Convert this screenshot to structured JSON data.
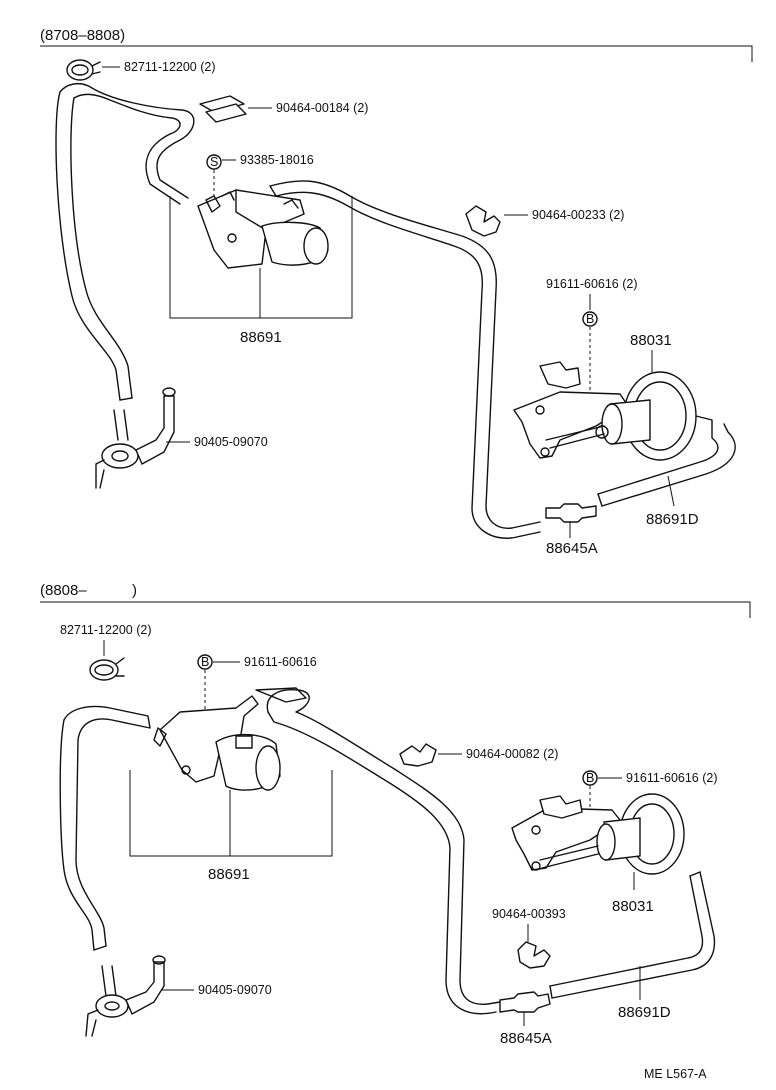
{
  "top": {
    "header": "(8708–8808)",
    "labels": {
      "clamp": "82711-12200 (2)",
      "clip1": "90464-00184 (2)",
      "screw": "93385-18016",
      "clip2": "90464-00233 (2)",
      "bolt": "91611-60616 (2)",
      "vsv": "88691",
      "actuator": "88031",
      "union": "90405-09070",
      "hose_d": "88691D",
      "joint": "88645A"
    }
  },
  "bottom": {
    "header": "(8808–",
    "header_close": ")",
    "labels": {
      "clamp": "82711-12200 (2)",
      "bolt1": "91611-60616",
      "clip1": "90464-00082 (2)",
      "bolt2": "91611-60616 (2)",
      "vsv": "88691",
      "actuator": "88031",
      "clip2": "90464-00393",
      "union": "90405-09070",
      "hose_d": "88691D",
      "joint": "88645A"
    }
  },
  "markers": {
    "s": "S",
    "b": "B"
  },
  "footer": "ME  L567-A"
}
